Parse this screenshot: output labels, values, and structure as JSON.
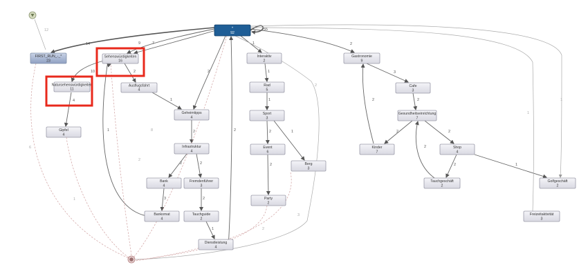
{
  "nodes": [
    {
      "id": "root",
      "label": "*",
      "count": "92",
      "root": true
    },
    {
      "id": "first",
      "label": "FIRST_RUN_-_*",
      "count": "23",
      "first": true
    },
    {
      "id": "sehens",
      "label": "Sehenswürdigkeiten",
      "count": "16"
    },
    {
      "id": "natur",
      "label": "Natursehenswürdigkeiten",
      "count": "11"
    },
    {
      "id": "ausflug",
      "label": "Ausflugsfahrt",
      "count": "4"
    },
    {
      "id": "gipfel",
      "label": "Gipfel",
      "count": "4"
    },
    {
      "id": "geheim",
      "label": "Geheimtipps",
      "count": "4"
    },
    {
      "id": "infra",
      "label": "Infrastruktur",
      "count": "4"
    },
    {
      "id": "bank",
      "label": "Bank",
      "count": "4"
    },
    {
      "id": "fremden",
      "label": "Fremdenführer",
      "count": "3"
    },
    {
      "id": "bankomat",
      "label": "Bankomat",
      "count": "4"
    },
    {
      "id": "tauchguide",
      "label": "Tauchguide",
      "count": "2"
    },
    {
      "id": "dienst",
      "label": "Dienstleistung",
      "count": "4"
    },
    {
      "id": "interaktiv",
      "label": "Interaktiv",
      "count": "2"
    },
    {
      "id": "rad",
      "label": "Rad",
      "count": "5"
    },
    {
      "id": "sport",
      "label": "Sport",
      "count": "3"
    },
    {
      "id": "event",
      "label": "Event",
      "count": "6"
    },
    {
      "id": "berg",
      "label": "Berg",
      "count": "3"
    },
    {
      "id": "party",
      "label": "Party",
      "count": "2"
    },
    {
      "id": "gastro",
      "label": "Gastronomie",
      "count": "9"
    },
    {
      "id": "cafe",
      "label": "Cafe",
      "count": "3"
    },
    {
      "id": "gesund",
      "label": "Gesundheitseinrichtung",
      "count": "7"
    },
    {
      "id": "kinder",
      "label": "Kinder",
      "count": "7"
    },
    {
      "id": "shop",
      "label": "Shop",
      "count": "4"
    },
    {
      "id": "tauchgesch",
      "label": "Tauchgeschäft",
      "count": "2"
    },
    {
      "id": "golf",
      "label": "Golfgeschäft",
      "count": "2"
    },
    {
      "id": "freizeit",
      "label": "Freizeitaktivität",
      "count": "3"
    }
  ],
  "edges": [
    {
      "label": "55"
    },
    {
      "label": "12"
    },
    {
      "label": "14"
    },
    {
      "label": "9"
    },
    {
      "label": "7"
    },
    {
      "label": "2"
    },
    {
      "label": "10"
    },
    {
      "label": "2"
    },
    {
      "label": "4"
    },
    {
      "label": "1"
    },
    {
      "label": "2"
    },
    {
      "label": "2"
    },
    {
      "label": "2"
    },
    {
      "label": "3"
    },
    {
      "label": "2"
    },
    {
      "label": "1"
    },
    {
      "label": "1"
    },
    {
      "label": "2"
    },
    {
      "label": "1"
    },
    {
      "label": "2"
    },
    {
      "label": "1"
    },
    {
      "label": "1"
    },
    {
      "label": "2"
    },
    {
      "label": "1"
    },
    {
      "label": "2"
    },
    {
      "label": "2"
    },
    {
      "label": "3"
    },
    {
      "label": "2"
    },
    {
      "label": "2"
    },
    {
      "label": "2"
    },
    {
      "label": "2"
    },
    {
      "label": "2"
    },
    {
      "label": "2"
    },
    {
      "label": "1"
    },
    {
      "label": "1"
    },
    {
      "label": "1"
    },
    {
      "label": "6"
    },
    {
      "label": "8"
    },
    {
      "label": "1"
    },
    {
      "label": "2"
    },
    {
      "label": "3"
    },
    {
      "label": "2"
    }
  ],
  "colors": {
    "highlight": "#e8291c",
    "root": "#1f5e96"
  },
  "icons": {
    "start": "start-circle-icon",
    "end": "end-circle-icon"
  }
}
